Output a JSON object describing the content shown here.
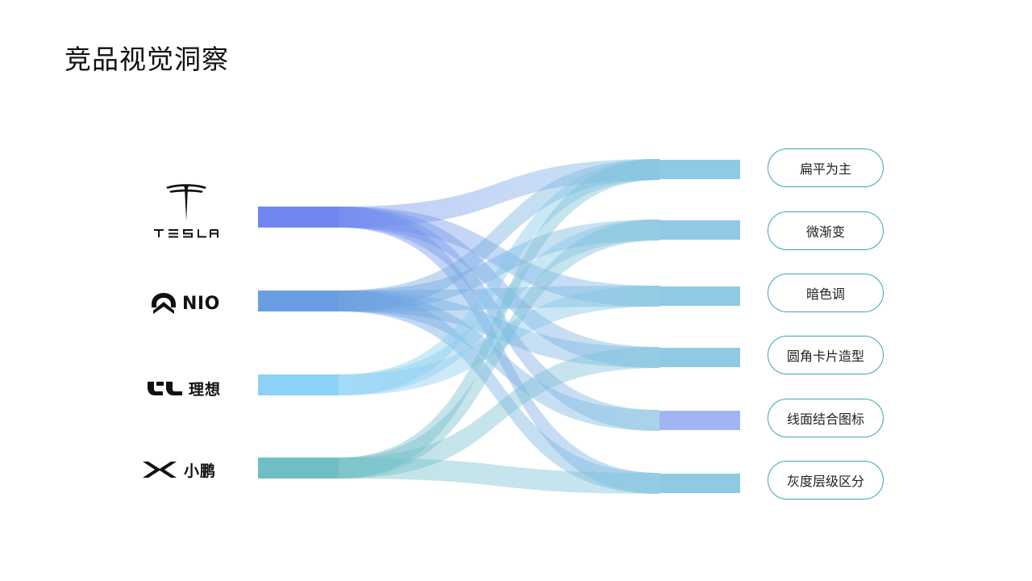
{
  "title": "竞品视觉洞察",
  "brands": [
    {
      "id": "tesla",
      "label": "TESLA",
      "icon": "tesla-logo-icon"
    },
    {
      "id": "nio",
      "label": "NIO",
      "icon": "nio-logo-icon"
    },
    {
      "id": "lixiang",
      "label": "理想",
      "icon": "li-auto-logo-icon"
    },
    {
      "id": "xpeng",
      "label": "小鹏",
      "icon": "xpeng-logo-icon"
    }
  ],
  "traits": [
    {
      "label": "扁平为主"
    },
    {
      "label": "微渐变"
    },
    {
      "label": "暗色调"
    },
    {
      "label": "圆角卡片造型"
    },
    {
      "label": "线面结合图标"
    },
    {
      "label": "灰度层级区分"
    }
  ],
  "colors": {
    "tesla": "#6f86f0",
    "nio": "#6a9ee2",
    "lixiang": "#8cd2f6",
    "xpeng": "#6fbec4",
    "pill_border": "#3aa6b3"
  },
  "flows": [
    {
      "source": "tesla",
      "target": 0
    },
    {
      "source": "tesla",
      "target": 2
    },
    {
      "source": "tesla",
      "target": 3
    },
    {
      "source": "tesla",
      "target": 4
    },
    {
      "source": "tesla",
      "target": 5
    },
    {
      "source": "nio",
      "target": 0
    },
    {
      "source": "nio",
      "target": 1
    },
    {
      "source": "nio",
      "target": 2
    },
    {
      "source": "nio",
      "target": 3
    },
    {
      "source": "nio",
      "target": 4
    },
    {
      "source": "nio",
      "target": 5
    },
    {
      "source": "lixiang",
      "target": 0
    },
    {
      "source": "lixiang",
      "target": 1
    },
    {
      "source": "lixiang",
      "target": 2
    },
    {
      "source": "xpeng",
      "target": 0
    },
    {
      "source": "xpeng",
      "target": 1
    },
    {
      "source": "xpeng",
      "target": 3
    },
    {
      "source": "xpeng",
      "target": 5
    }
  ]
}
